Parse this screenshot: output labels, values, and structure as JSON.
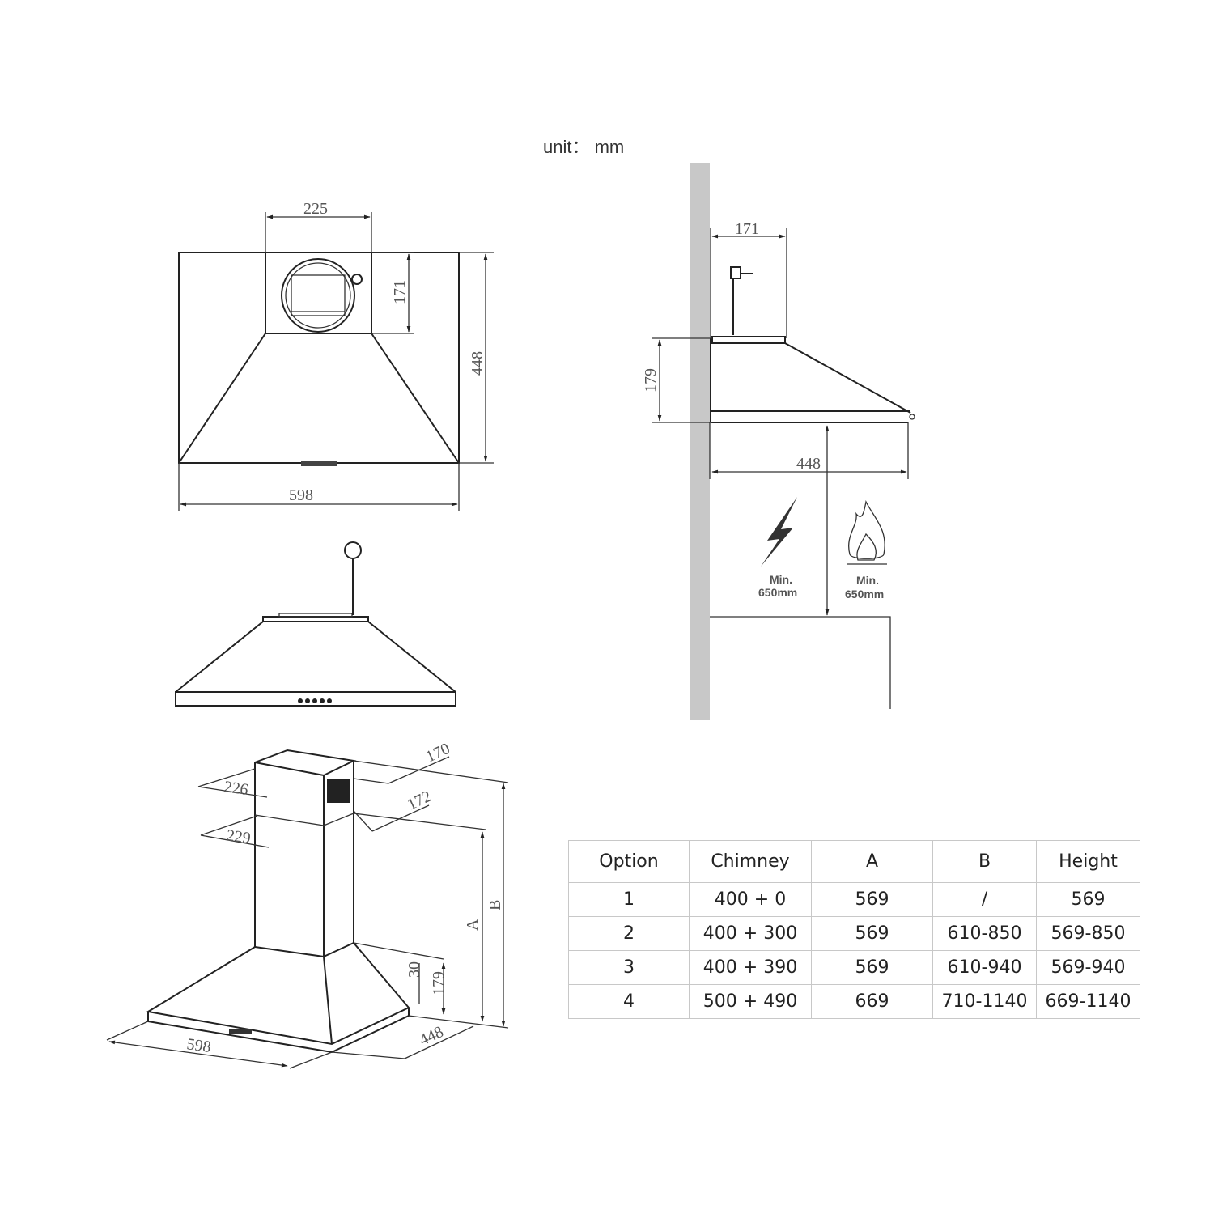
{
  "unit_label": "unit： mm",
  "front_view": {
    "dim_width_top": "225",
    "dim_chimney_height": "171",
    "dim_height": "448",
    "dim_width": "598"
  },
  "side_view": {
    "dim_top_depth": "171",
    "dim_hood_height": "179",
    "dim_depth": "448",
    "electric_label_1": "Min.",
    "electric_label_2": "650mm",
    "gas_label_1": "Min.",
    "gas_label_2": "650mm"
  },
  "iso_view": {
    "d170": "170",
    "d226": "226",
    "d172": "172",
    "d229": "229",
    "dA": "A",
    "dB": "B",
    "d30": "30",
    "d179": "179",
    "d448": "448",
    "d598": "598"
  },
  "table": {
    "headers": [
      "Option",
      "Chimney",
      "A",
      "B",
      "Height"
    ],
    "rows": [
      [
        "1",
        "400 + 0",
        "569",
        "/",
        "569"
      ],
      [
        "2",
        "400 + 300",
        "569",
        "610-850",
        "569-850"
      ],
      [
        "3",
        "400 + 390",
        "569",
        "610-940",
        "569-940"
      ],
      [
        "4",
        "500 + 490",
        "669",
        "710-1140",
        "669-1140"
      ]
    ]
  }
}
